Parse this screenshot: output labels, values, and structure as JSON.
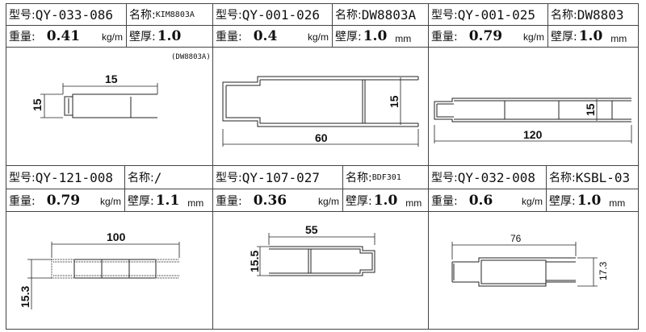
{
  "labels": {
    "model": "型号:",
    "name": "名称:",
    "weight": "重量:",
    "wall": "壁厚:",
    "kg_unit": "kg/m",
    "mm_unit": "mm"
  },
  "profiles": [
    {
      "model": "QY-033-086",
      "name": "KIM8803A",
      "weight": "0.41",
      "wall": "1.0",
      "note": "(DW8803A)",
      "dims": [
        "15",
        "15"
      ]
    },
    {
      "model": "QY-001-026",
      "name": "DW8803A",
      "weight": "0.4",
      "wall": "1.0",
      "dims": [
        "15",
        "60"
      ]
    },
    {
      "model": "QY-001-025",
      "name": "DW8803",
      "weight": "0.79",
      "wall": "1.0",
      "dims": [
        "15",
        "120"
      ]
    },
    {
      "model": "QY-121-008",
      "name": "/",
      "weight": "0.79",
      "wall": "1.1",
      "dims": [
        "100",
        "15.3"
      ]
    },
    {
      "model": "QY-107-027",
      "name": "BDF301",
      "weight": "0.36",
      "wall": "1.0",
      "dims": [
        "55",
        "15.5"
      ]
    },
    {
      "model": "QY-032-008",
      "name": "KSBL-03",
      "weight": "0.6",
      "wall": "1.0",
      "dims": [
        "76",
        "17.3"
      ]
    }
  ]
}
